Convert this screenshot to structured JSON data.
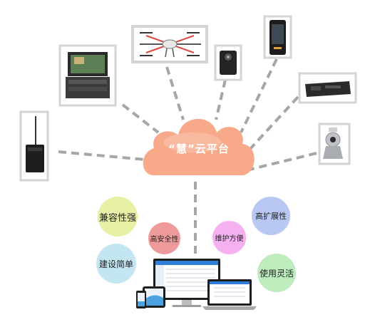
{
  "hub": {
    "label": "“慧”云平台"
  },
  "devices": [
    {
      "name": "portable-radio"
    },
    {
      "name": "portable-command-case"
    },
    {
      "name": "drone"
    },
    {
      "name": "body-camera"
    },
    {
      "name": "rugged-phone"
    },
    {
      "name": "mobile-dvr"
    },
    {
      "name": "ptz-camera"
    }
  ],
  "features": [
    {
      "label": "兼容性强",
      "color": "#e7f0a4"
    },
    {
      "label": "高安全性",
      "color": "#ef9a9a"
    },
    {
      "label": "维护方便",
      "color": "#f5b0f2"
    },
    {
      "label": "高扩展性",
      "color": "#b9c8f3"
    },
    {
      "label": "建设简单",
      "color": "#c4e6f3"
    },
    {
      "label": "使用灵活",
      "color": "#bdecbd"
    }
  ],
  "colors": {
    "cloud": "#f7a98a",
    "connector": "#a6a6a6",
    "frame": "#d4d4d4",
    "screen_accent": "#2f7fd8"
  }
}
